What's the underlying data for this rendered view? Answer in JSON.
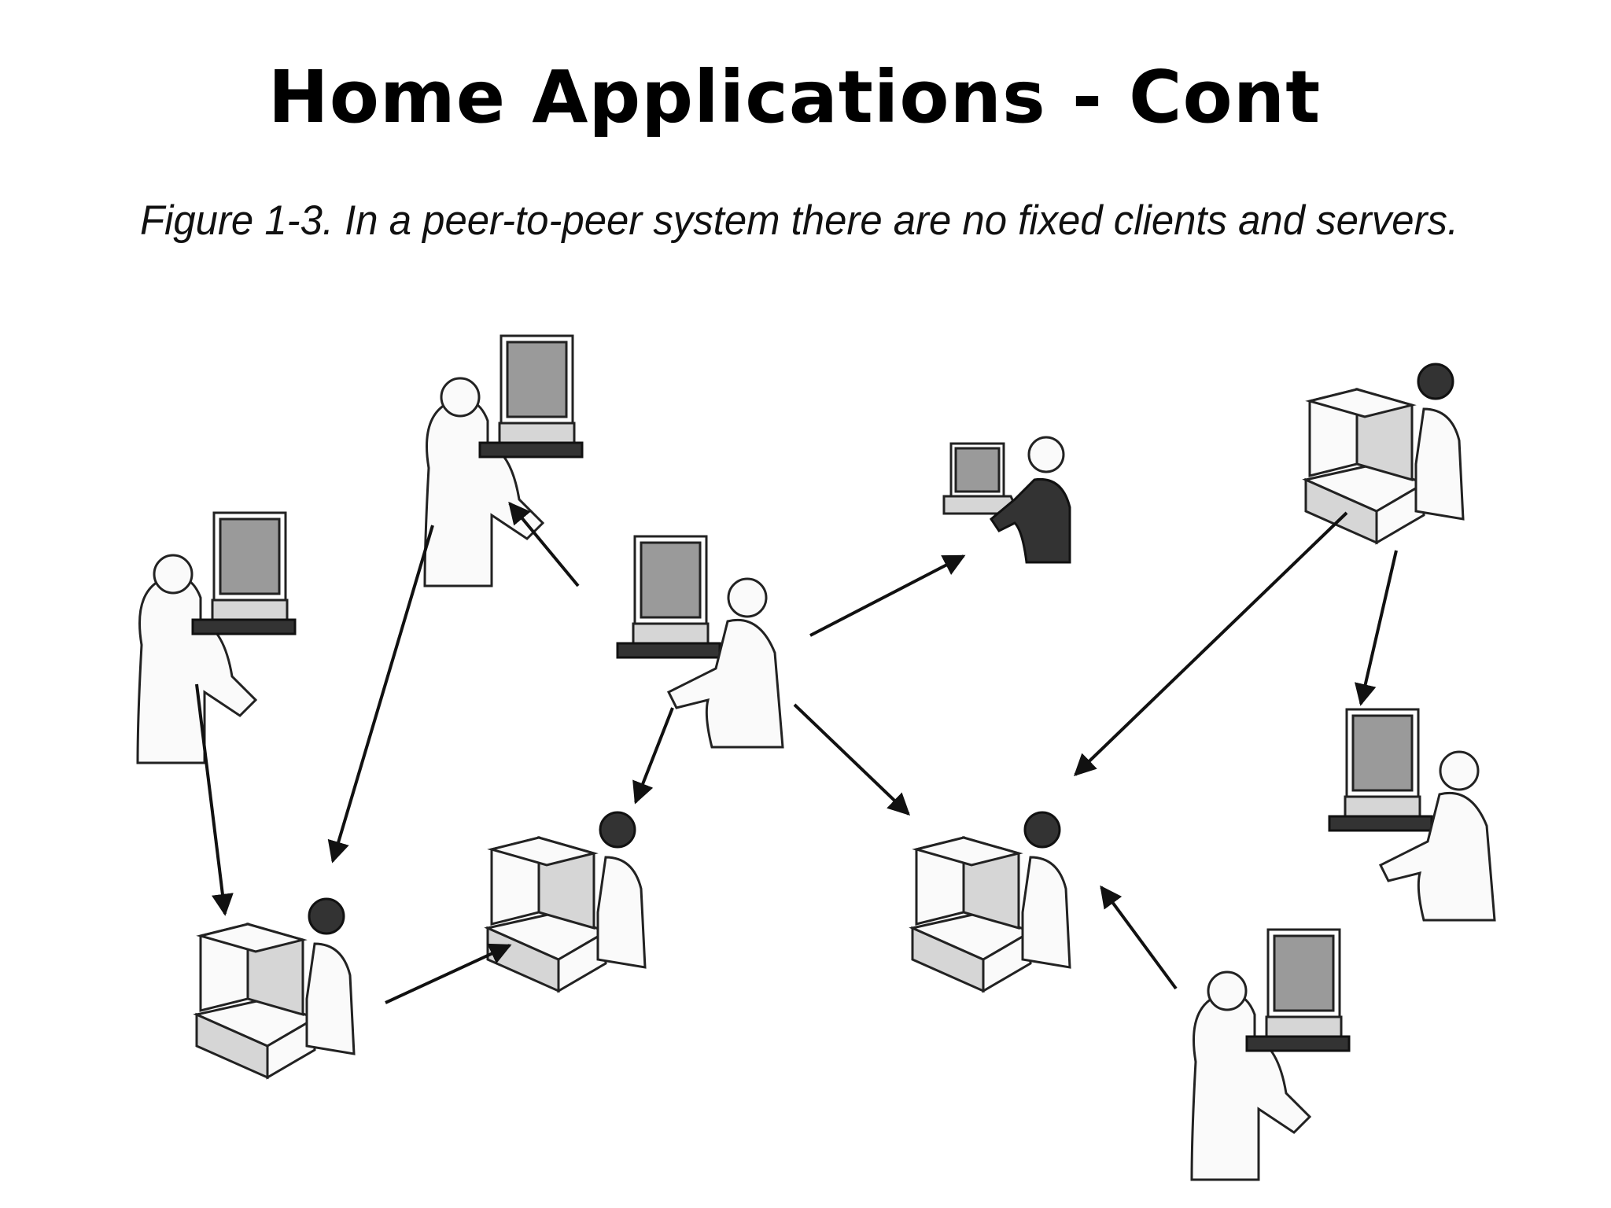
{
  "title": "Home Applications - Cont",
  "caption": "Figure 1-3. In a peer-to-peer system there are no fixed clients and servers.",
  "colors": {
    "background": "#ffffff",
    "ink": "#000000"
  },
  "nodes": [
    {
      "id": "peer-center",
      "icon": "desktop-user-icon"
    },
    {
      "id": "peer-top-left",
      "icon": "desktop-user-icon"
    },
    {
      "id": "peer-left",
      "icon": "desktop-user-icon"
    },
    {
      "id": "peer-bottom-left",
      "icon": "tower-user-icon"
    },
    {
      "id": "peer-bottom-center-left",
      "icon": "tower-user-icon"
    },
    {
      "id": "peer-laptop",
      "icon": "laptop-user-icon"
    },
    {
      "id": "peer-top-right",
      "icon": "tower-user-icon"
    },
    {
      "id": "peer-right",
      "icon": "desktop-user-icon"
    },
    {
      "id": "peer-bottom-center-right",
      "icon": "tower-user-icon"
    },
    {
      "id": "peer-bottom-right",
      "icon": "desktop-user-icon"
    }
  ],
  "edges": [
    {
      "from": "peer-center",
      "to": "peer-top-left"
    },
    {
      "from": "peer-center",
      "to": "peer-laptop"
    },
    {
      "from": "peer-center",
      "to": "peer-bottom-center-left"
    },
    {
      "from": "peer-center",
      "to": "peer-bottom-center-right"
    },
    {
      "from": "peer-top-left",
      "to": "peer-bottom-left"
    },
    {
      "from": "peer-left",
      "to": "peer-bottom-left"
    },
    {
      "from": "peer-bottom-left",
      "to": "peer-bottom-center-left"
    },
    {
      "from": "peer-top-right",
      "to": "peer-bottom-center-right"
    },
    {
      "from": "peer-top-right",
      "to": "peer-right"
    },
    {
      "from": "peer-bottom-right",
      "to": "peer-bottom-center-right"
    }
  ]
}
